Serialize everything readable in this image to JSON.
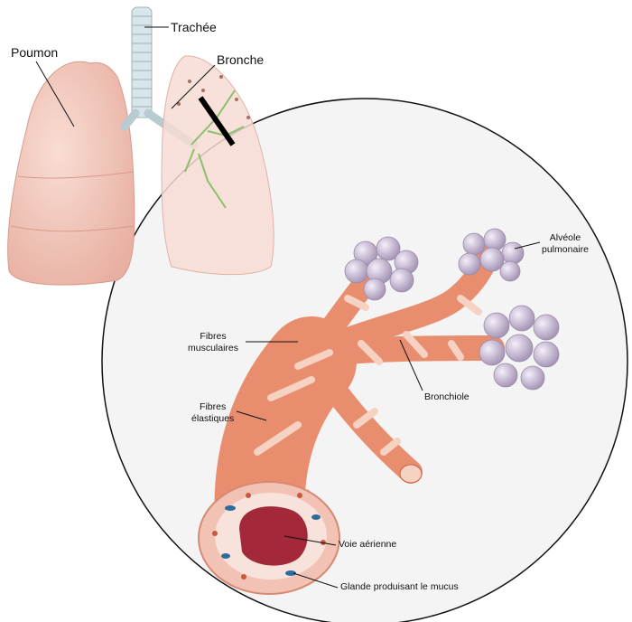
{
  "title": "Anatomie pulmonaire",
  "labels": {
    "poumon": "Poumon",
    "trachee": "Trachée",
    "bronche": "Bronche",
    "fibres_musculaires": [
      "Fibres",
      "musculaires"
    ],
    "fibres_elastiques": [
      "Fibres",
      "élastiques"
    ],
    "alveole": [
      "Alvéole",
      "pulmonaire"
    ],
    "bronchiole": "Bronchiole",
    "voie_aerienne": "Voie aérienne",
    "glande": "Glande produisant le mucus"
  },
  "colors": {
    "lung": "#f4cfc4",
    "tube": "#e98d6f",
    "tube_light": "#f6d2c2",
    "alveoli": "#cbbfd6",
    "lumen": "#a3283a",
    "circle_bg": "#f4f4f4"
  }
}
